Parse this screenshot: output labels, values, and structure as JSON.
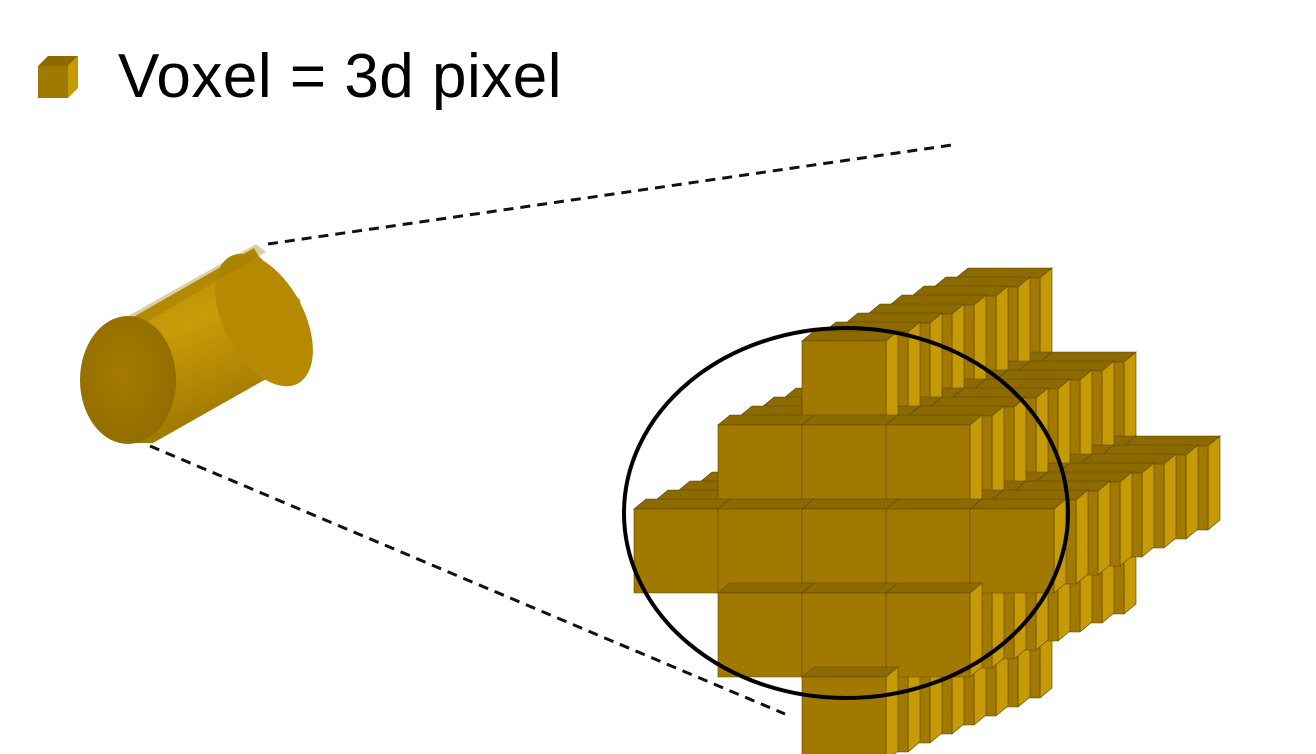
{
  "title": "Voxel = 3d pixel",
  "icons": {
    "bullet": "voxel-cube-icon",
    "object": "cylinder",
    "voxel": "voxel-cube"
  },
  "colors": {
    "face": "#A17800",
    "top": "#8C6A00",
    "side": "#C59A05",
    "edge": "#5E4600",
    "outline": "#000000",
    "dashed": "#111111",
    "background": "#FFFFFF"
  },
  "voxel_grid": {
    "front_cross_pattern": [
      [
        0,
        0,
        1,
        0,
        0
      ],
      [
        0,
        1,
        1,
        1,
        0
      ],
      [
        1,
        1,
        1,
        1,
        1
      ],
      [
        0,
        1,
        1,
        1,
        0
      ],
      [
        0,
        0,
        1,
        0,
        0
      ]
    ],
    "depth_layers": 8
  }
}
